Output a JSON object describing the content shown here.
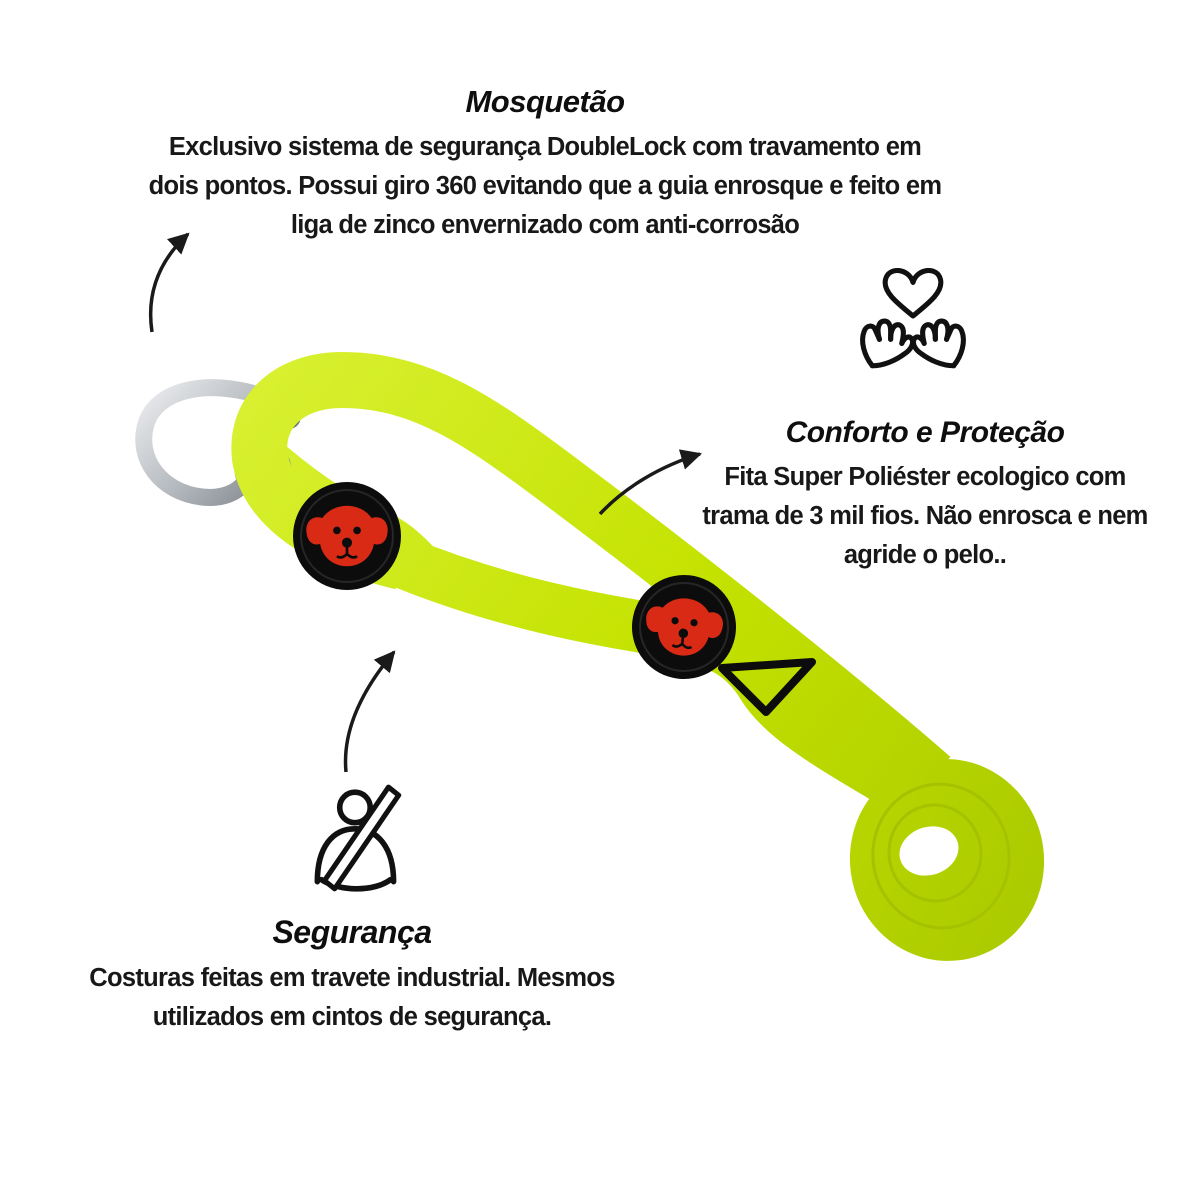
{
  "colors": {
    "background": "#ffffff",
    "text": "#141414",
    "leash_green_light": "#d9f133",
    "leash_green": "#c4e200",
    "leash_green_deep": "#a9c800",
    "coil_line": "#a4c200",
    "patch_black": "#0c0c0c",
    "logo_red": "#d92a16",
    "metal_light": "#f0f1f3",
    "metal_mid": "#b4b9be",
    "metal_dark": "#7d8288",
    "arrow": "#1a1a1a",
    "icon_stroke": "#111111"
  },
  "sections": {
    "mosquetao": {
      "title": "Mosquetão",
      "body": "Exclusivo sistema de segurança DoubleLock com travamento em dois pontos. Possui giro 360 evitando que a guia enrosque e feito em liga de zinco envernizado com anti-corrosão"
    },
    "conforto": {
      "title": "Conforto e Proteção",
      "body": "Fita Super Poliéster ecologico com trama de 3 mil fios. Não enrosca e nem agride o pelo..",
      "icon": "hands-holding-heart-icon"
    },
    "seguranca": {
      "title": "Segurança",
      "body": "Costuras feitas em travete industrial. Mesmos utilizados em cintos de segurança.",
      "icon": "seatbelt-person-icon"
    }
  },
  "product": {
    "item": "dog-leash",
    "parts": [
      "carabiner-clip",
      "dog-logo-patch",
      "dog-logo-patch",
      "strap-adjuster-triangle",
      "coiled-strap-end"
    ]
  }
}
